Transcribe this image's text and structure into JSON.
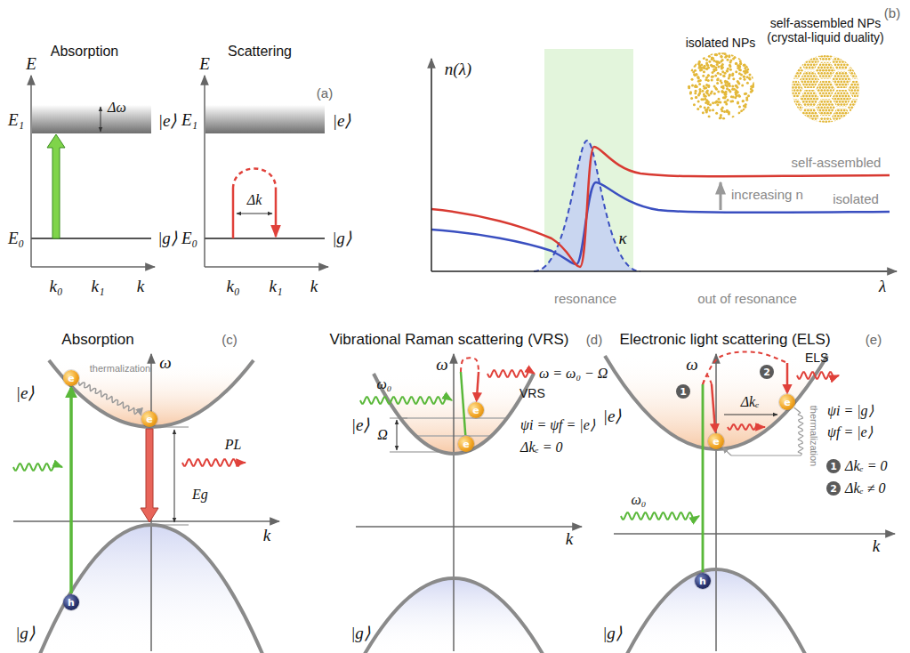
{
  "diagram": {
    "nodes": [
      {
        "text": [
          "e"
        ]
      },
      {
        "text": [
          "e"
        ]
      },
      {
        "text": [
          "h"
        ]
      },
      {
        "text": [
          "e"
        ]
      },
      {
        "text": [
          "e"
        ]
      },
      {
        "text": [
          "2"
        ]
      },
      {
        "text": [
          "e"
        ]
      },
      {
        "text": [
          "1"
        ]
      },
      {
        "text": [
          "e"
        ]
      },
      {
        "text": [
          "h"
        ]
      },
      {
        "text": [
          "1"
        ]
      },
      {
        "text": [
          "2"
        ]
      }
    ],
    "edges": [
      {
        "from": 2,
        "to": 0,
        "arrow": "to"
      },
      {
        "from": 0,
        "to": 1,
        "arrow": "to"
      },
      {
        "from": 4,
        "to": 3,
        "arrow": "to"
      },
      {
        "from": 9,
        "to": 8,
        "arrow": "to"
      },
      {
        "from": 9,
        "to": 6,
        "arrow": "to"
      },
      {
        "from": 6,
        "to": 8,
        "arrow": "to"
      }
    ],
    "labels": [
      "(a)",
      "E",
      "Absorption",
      "E₁",
      "|e⟩",
      "Δω",
      "E₀",
      "|g⟩",
      "k₀",
      "k₁",
      "k",
      "E",
      "Scattering",
      "E₁",
      "|e⟩",
      "Δk",
      "E₀",
      "|g⟩",
      "k₀",
      "k₁",
      "k",
      "(b)",
      "n(λ)",
      "isolated NPs",
      "self-assembled NPs (crystal-liquid duality)",
      "self-assembled",
      "increasing n",
      "isolated",
      "κ",
      "resonance",
      "out of resonance",
      "λ",
      "Absorption",
      "(c)",
      "ω",
      "|e⟩",
      "thermalization",
      "PL",
      "Eg",
      "k",
      "|g⟩",
      "Vibrational Raman scattering (VRS)",
      "(d)",
      "ω",
      "ω₀",
      "ω = ω₀ − Ω",
      "VRS",
      "|e⟩",
      "Ω",
      "ψi = ψf = |e⟩",
      "Δkₑ = 0",
      "k",
      "|g⟩",
      "Electronic light scattering (ELS)",
      "(e)",
      "ω",
      "ELS",
      "|e⟩",
      "Δkₑ",
      "thermalization",
      "ψi = |g⟩",
      "ψf = |e⟩",
      "Δkₑ = 0",
      "Δkₑ ≠ 0",
      "ω₀",
      "k",
      "|g⟩"
    ]
  }
}
